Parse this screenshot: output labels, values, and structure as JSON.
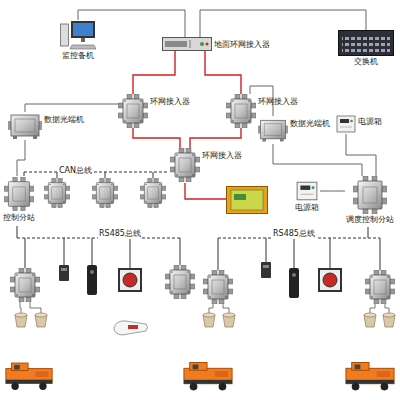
{
  "diagram": {
    "nodes": [
      {
        "text": [
          "监控备机"
        ]
      },
      {
        "text": [
          "地面环网接入器"
        ]
      },
      {
        "text": [
          "交换机"
        ]
      },
      {
        "text": [
          "环网接入器"
        ]
      },
      {
        "text": [
          "环网接入器"
        ]
      },
      {
        "text": [
          "数据光端机"
        ]
      },
      {
        "text": [
          "数据光端机"
        ]
      },
      {
        "text": [
          "电源箱"
        ]
      },
      {
        "text": [
          "环网接入器"
        ]
      },
      {
        "text": [
          "控制分站"
        ]
      },
      {
        "text": [
          "电源箱"
        ]
      },
      {
        "text": [
          "调度控制分站"
        ]
      }
    ],
    "edges": [
      {
        "from": 0,
        "to": 1,
        "arrow": "none"
      },
      {
        "from": 1,
        "to": 2,
        "arrow": "none"
      },
      {
        "from": 1,
        "to": 3,
        "arrow": "none"
      },
      {
        "from": 1,
        "to": 4,
        "arrow": "none"
      },
      {
        "from": 3,
        "to": 8,
        "arrow": "none"
      },
      {
        "from": 4,
        "to": 8,
        "arrow": "none"
      },
      {
        "from": 3,
        "to": 5,
        "arrow": "none"
      },
      {
        "from": 4,
        "to": 6,
        "arrow": "none"
      },
      {
        "from": 5,
        "to": 9,
        "arrow": "none"
      },
      {
        "from": 6,
        "to": 11,
        "arrow": "none"
      },
      {
        "from": 7,
        "to": 11,
        "arrow": "none"
      },
      {
        "from": 10,
        "to": 11,
        "arrow": "none"
      }
    ],
    "labels": [
      "CAN总线",
      "RS485总线",
      "RS485总线"
    ]
  }
}
